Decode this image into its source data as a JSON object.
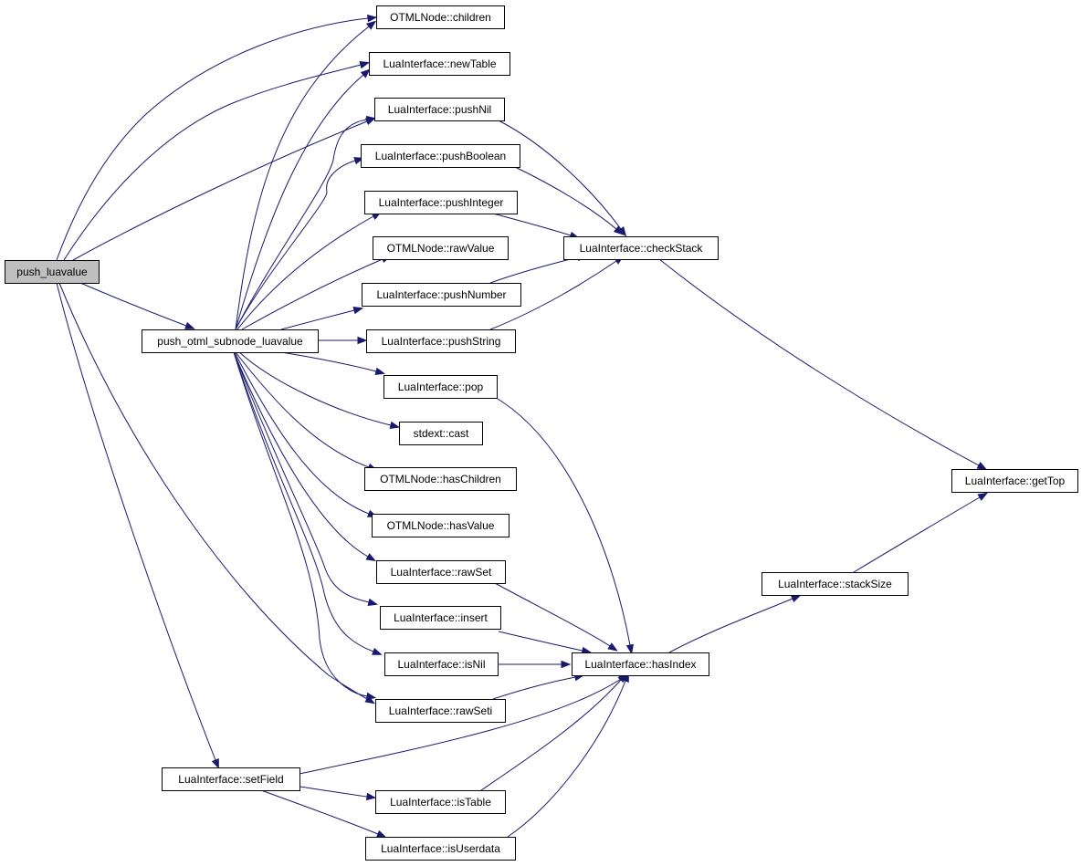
{
  "diagram": {
    "type": "call-graph",
    "colors": {
      "edge": "#191970",
      "node_border": "#000000",
      "node_fill": "#ffffff",
      "root_fill": "#bfbfbf"
    },
    "nodes": [
      {
        "id": "push_luavalue",
        "label": "push_luavalue",
        "root": true
      },
      {
        "id": "push_otml_subnode_luavalue",
        "label": "push_otml_subnode_luavalue"
      },
      {
        "id": "setField",
        "label": "LuaInterface::setField"
      },
      {
        "id": "children",
        "label": "OTMLNode::children"
      },
      {
        "id": "newTable",
        "label": "LuaInterface::newTable"
      },
      {
        "id": "pushNil",
        "label": "LuaInterface::pushNil"
      },
      {
        "id": "pushBoolean",
        "label": "LuaInterface::pushBoolean"
      },
      {
        "id": "pushInteger",
        "label": "LuaInterface::pushInteger"
      },
      {
        "id": "rawValue",
        "label": "OTMLNode::rawValue"
      },
      {
        "id": "pushNumber",
        "label": "LuaInterface::pushNumber"
      },
      {
        "id": "pushString",
        "label": "LuaInterface::pushString"
      },
      {
        "id": "pop",
        "label": "LuaInterface::pop"
      },
      {
        "id": "cast",
        "label": "stdext::cast"
      },
      {
        "id": "hasChildren",
        "label": "OTMLNode::hasChildren"
      },
      {
        "id": "hasValue",
        "label": "OTMLNode::hasValue"
      },
      {
        "id": "rawSet",
        "label": "LuaInterface::rawSet"
      },
      {
        "id": "insert",
        "label": "LuaInterface::insert"
      },
      {
        "id": "isNil",
        "label": "LuaInterface::isNil"
      },
      {
        "id": "rawSeti",
        "label": "LuaInterface::rawSeti"
      },
      {
        "id": "isTable",
        "label": "LuaInterface::isTable"
      },
      {
        "id": "isUserdata",
        "label": "LuaInterface::isUserdata"
      },
      {
        "id": "checkStack",
        "label": "LuaInterface::checkStack"
      },
      {
        "id": "hasIndex",
        "label": "LuaInterface::hasIndex"
      },
      {
        "id": "stackSize",
        "label": "LuaInterface::stackSize"
      },
      {
        "id": "getTop",
        "label": "LuaInterface::getTop"
      }
    ],
    "edges": [
      {
        "from": "push_luavalue",
        "to": "children"
      },
      {
        "from": "push_luavalue",
        "to": "newTable"
      },
      {
        "from": "push_luavalue",
        "to": "pushNil"
      },
      {
        "from": "push_luavalue",
        "to": "push_otml_subnode_luavalue"
      },
      {
        "from": "push_luavalue",
        "to": "rawSeti"
      },
      {
        "from": "push_luavalue",
        "to": "setField"
      },
      {
        "from": "push_otml_subnode_luavalue",
        "to": "children"
      },
      {
        "from": "push_otml_subnode_luavalue",
        "to": "newTable"
      },
      {
        "from": "push_otml_subnode_luavalue",
        "to": "pushNil"
      },
      {
        "from": "push_otml_subnode_luavalue",
        "to": "pushBoolean"
      },
      {
        "from": "push_otml_subnode_luavalue",
        "to": "pushInteger"
      },
      {
        "from": "push_otml_subnode_luavalue",
        "to": "rawValue"
      },
      {
        "from": "push_otml_subnode_luavalue",
        "to": "pushNumber"
      },
      {
        "from": "push_otml_subnode_luavalue",
        "to": "pushString"
      },
      {
        "from": "push_otml_subnode_luavalue",
        "to": "pop"
      },
      {
        "from": "push_otml_subnode_luavalue",
        "to": "cast"
      },
      {
        "from": "push_otml_subnode_luavalue",
        "to": "hasChildren"
      },
      {
        "from": "push_otml_subnode_luavalue",
        "to": "hasValue"
      },
      {
        "from": "push_otml_subnode_luavalue",
        "to": "rawSet"
      },
      {
        "from": "push_otml_subnode_luavalue",
        "to": "insert"
      },
      {
        "from": "push_otml_subnode_luavalue",
        "to": "isNil"
      },
      {
        "from": "push_otml_subnode_luavalue",
        "to": "rawSeti"
      },
      {
        "from": "pushNil",
        "to": "checkStack"
      },
      {
        "from": "pushBoolean",
        "to": "checkStack"
      },
      {
        "from": "pushInteger",
        "to": "checkStack"
      },
      {
        "from": "pushNumber",
        "to": "checkStack"
      },
      {
        "from": "pushString",
        "to": "checkStack"
      },
      {
        "from": "checkStack",
        "to": "getTop"
      },
      {
        "from": "pop",
        "to": "hasIndex"
      },
      {
        "from": "rawSet",
        "to": "hasIndex"
      },
      {
        "from": "insert",
        "to": "hasIndex"
      },
      {
        "from": "isNil",
        "to": "hasIndex"
      },
      {
        "from": "rawSeti",
        "to": "hasIndex"
      },
      {
        "from": "setField",
        "to": "hasIndex"
      },
      {
        "from": "setField",
        "to": "isTable"
      },
      {
        "from": "setField",
        "to": "isUserdata"
      },
      {
        "from": "isTable",
        "to": "hasIndex"
      },
      {
        "from": "isUserdata",
        "to": "hasIndex"
      },
      {
        "from": "hasIndex",
        "to": "stackSize"
      },
      {
        "from": "stackSize",
        "to": "getTop"
      }
    ]
  }
}
